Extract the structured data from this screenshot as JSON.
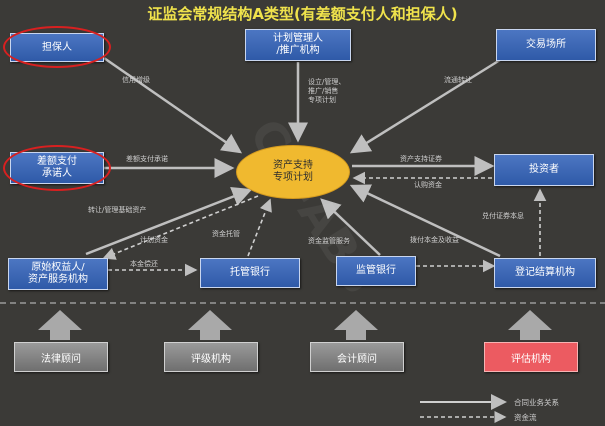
{
  "title": "证监会常规结构A类型(有差额支付人和担保人)",
  "nodes": {
    "guarantor": "担保人",
    "plan_manager_1": "计划管理人",
    "plan_manager_2": "/推广机构",
    "exchange": "交易场所",
    "shortfall_1": "差额支付",
    "shortfall_2": "承诺人",
    "core_1": "资产支持",
    "core_2": "专项计划",
    "investor": "投资者",
    "originator_1": "原始权益人/",
    "originator_2": "资产服务机构",
    "custodian": "托管银行",
    "supervisor": "监管银行",
    "registrar": "登记结算机构",
    "legal": "法律顾问",
    "rating": "评级机构",
    "accounting": "会计顾问",
    "appraisal": "评估机构"
  },
  "edges": {
    "credit": "信用增级",
    "manage_1": "设立/管理、",
    "manage_2": "推广/销售",
    "manage_3": "专项计划",
    "circulation": "流通转让",
    "shortfall_commit": "差额支付承诺",
    "asset_sec": "资产支持证券",
    "subscribe": "认购资金",
    "transfer_assets": "转让/管理基础资产",
    "plan_funds": "计划资金",
    "fund_custody": "资金托管",
    "fund_supervision": "资金监管服务",
    "pay_principal": "兑付证券本息",
    "pay_proceeds": "拨付本金及收益",
    "principal_return": "本金偿还"
  },
  "legend": {
    "contract": "合同业务关系",
    "fund_flow": "资金流"
  },
  "watermark": "CN-ABS"
}
